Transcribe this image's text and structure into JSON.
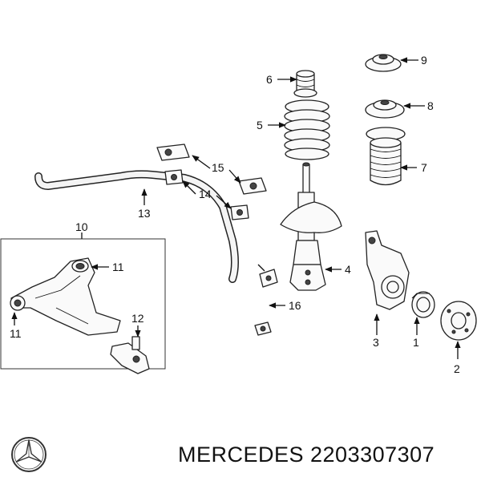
{
  "callouts": {
    "c1": "1",
    "c2": "2",
    "c3": "3",
    "c4": "4",
    "c5": "5",
    "c6": "6",
    "c7": "7",
    "c8": "8",
    "c9": "9",
    "c10": "10",
    "c11a": "11",
    "c11b": "11",
    "c12": "12",
    "c13": "13",
    "c14": "14",
    "c15": "15",
    "c16": "16"
  },
  "footer": {
    "text": "MERCEDES 2203307307"
  },
  "logo": {
    "name": "mercedes-star-logo",
    "color": "#333333"
  }
}
